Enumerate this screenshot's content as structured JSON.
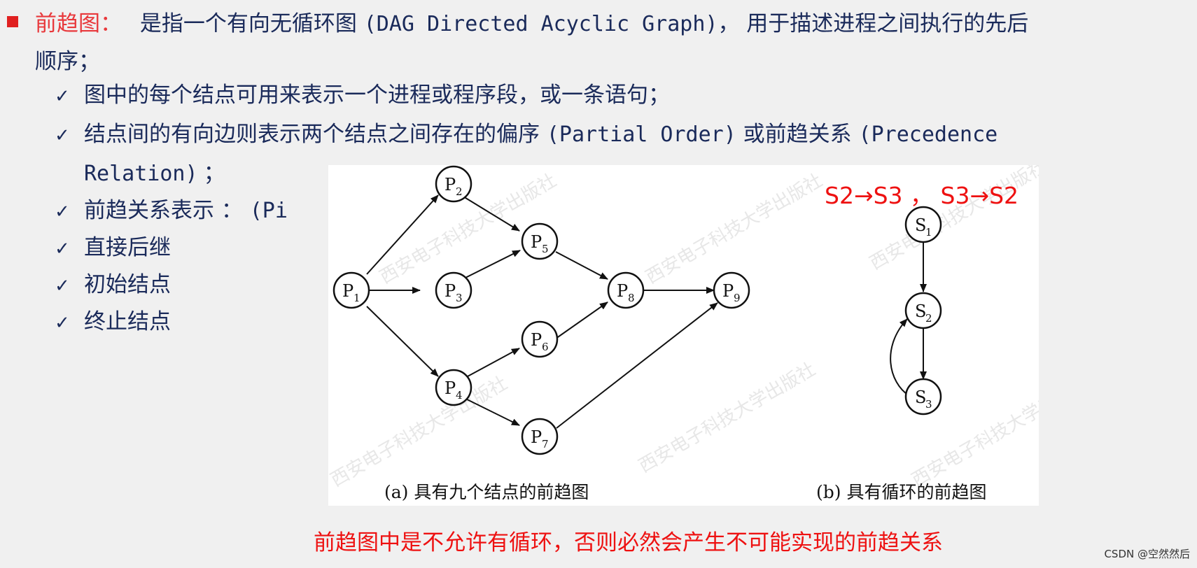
{
  "heading": {
    "term": "前趋图：",
    "text_a": "是指一个有向无循环图",
    "text_mono": "(DAG Directed Acyclic Graph)",
    "text_b": "，  用于描述进程之间执行的先后",
    "line2": "顺序；"
  },
  "items": [
    {
      "label": "图中的每个结点可用来表示一个进程或程序段，或一条语句；"
    },
    {
      "label": "结点间的有向边则表示两个结点之间存在的偏序",
      "mono": "(Partial Order)",
      "label2": "或前趋关系",
      "mono2": "(Precedence"
    },
    {
      "label": "前趋关系表示 ：",
      "mono": "(Pi"
    },
    {
      "label": "直接后继"
    },
    {
      "label": "初始结点"
    },
    {
      "label": "终止结点"
    }
  ],
  "item2_cont": {
    "mono": "Relation)",
    "tail": "；"
  },
  "figure": {
    "cycle_note": "S2→S3 ， S3→S2",
    "caption_a": "(a) 具有九个结点的前趋图",
    "caption_b": "(b) 具有循环的前趋图",
    "watermark": "西安电子科技大学出版社"
  },
  "bottom_note": "前趋图中是不允许有循环，否则必然会产生不可能实现的前趋关系",
  "credit": "CSDN @空然然后"
}
